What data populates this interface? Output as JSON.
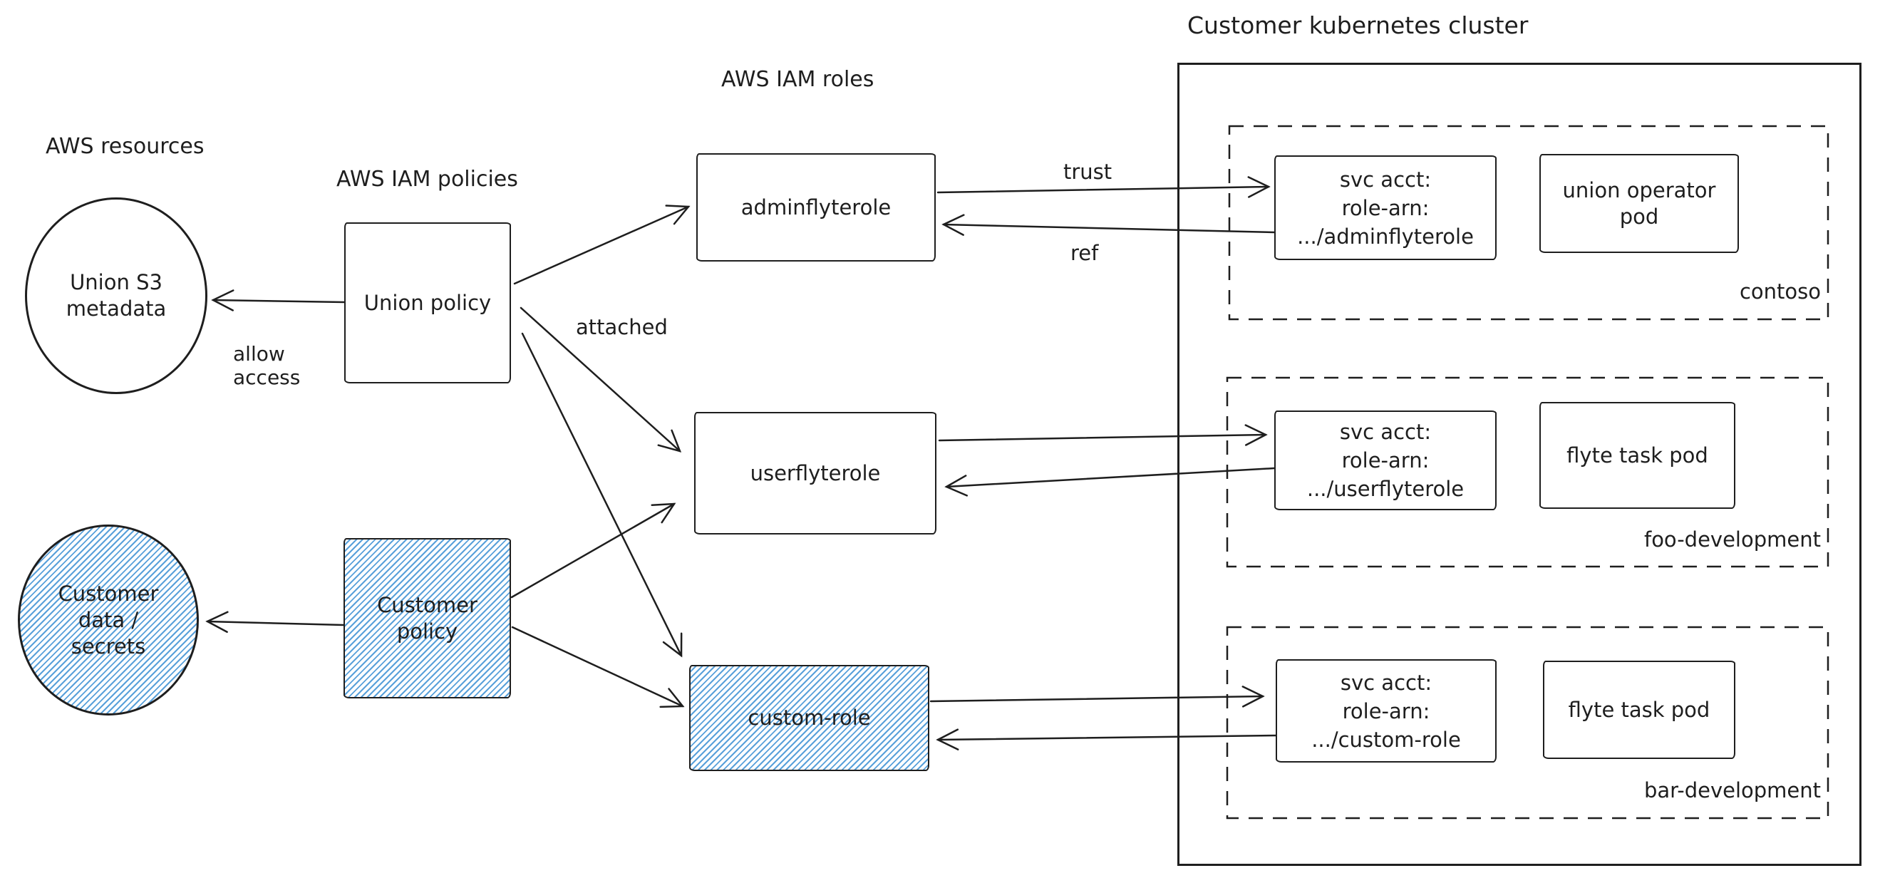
{
  "sections": {
    "aws_resources": "AWS resources",
    "aws_iam_policies": "AWS IAM policies",
    "aws_iam_roles": "AWS IAM roles"
  },
  "resources": {
    "union_s3_metadata": [
      "Union S3",
      "metadata"
    ],
    "customer_data_secrets": [
      "Customer",
      "data /",
      "secrets"
    ]
  },
  "policies": {
    "union_policy": "Union policy",
    "customer_policy": [
      "Customer",
      "policy"
    ]
  },
  "roles": {
    "adminflyterole": "adminflyterole",
    "userflyterole": "userflyterole",
    "custom_role": "custom-role"
  },
  "edge_labels": {
    "allow_access": [
      "allow",
      "access"
    ],
    "attached": "attached",
    "trust": "trust",
    "ref": "ref"
  },
  "cluster": {
    "title": "Customer kubernetes cluster",
    "namespaces": [
      {
        "name": "contoso",
        "service_account": [
          "svc acct:",
          "role-arn:",
          ".../adminflyterole"
        ],
        "pod": [
          "union operator",
          "pod"
        ]
      },
      {
        "name": "foo-development",
        "service_account": [
          "svc acct:",
          "role-arn:",
          ".../userflyterole"
        ],
        "pod": [
          "flyte task pod"
        ]
      },
      {
        "name": "bar-development",
        "service_account": [
          "svc acct:",
          "role-arn:",
          ".../custom-role"
        ],
        "pod": [
          "flyte task pod"
        ]
      }
    ]
  },
  "colors": {
    "ink": "#1e1e1e",
    "hatch_blue": "#4f9bd8",
    "background": "#ffffff"
  }
}
